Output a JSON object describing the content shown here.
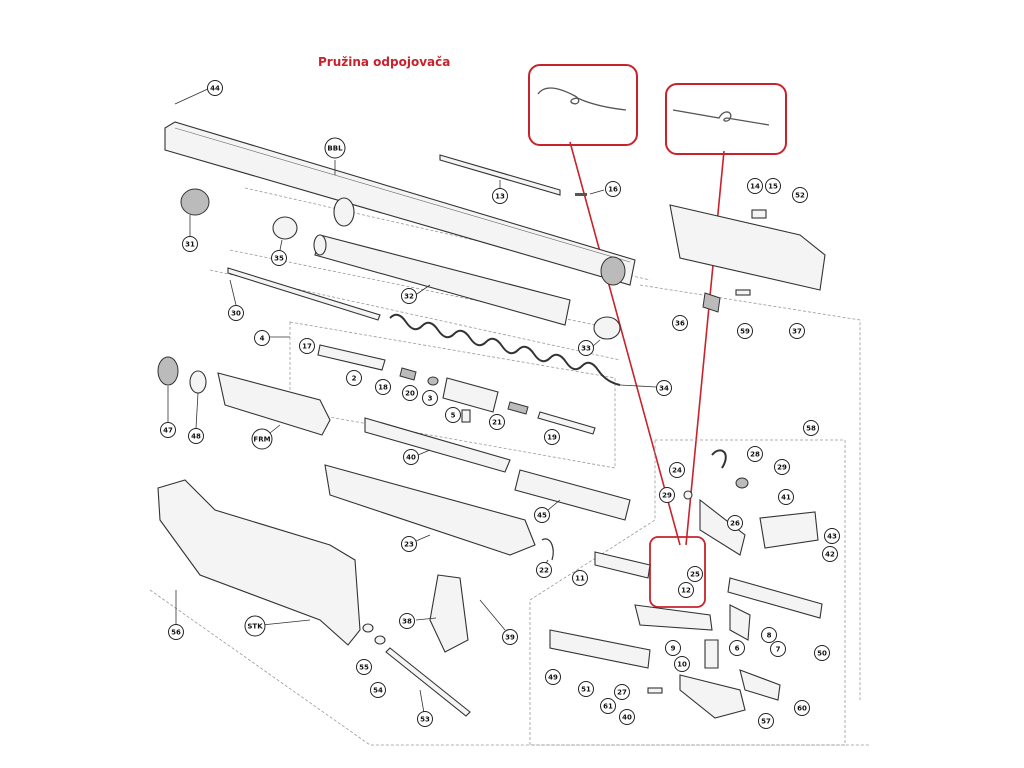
{
  "title": "Pružina odpojovača",
  "callout_color": "#c8232c",
  "labels": {
    "p44": "44",
    "bbl": "BBL",
    "p13": "13",
    "p16": "16",
    "p31": "31",
    "p35": "35",
    "p32": "32",
    "p30": "30",
    "p33": "33",
    "p4": "4",
    "p17": "17",
    "p2": "2",
    "p18": "18",
    "p20": "20",
    "p3": "3",
    "p5": "5",
    "p21": "21",
    "p19": "19",
    "p34": "34",
    "p47": "47",
    "p48": "48",
    "frm": "FRM",
    "p40": "40",
    "p45": "45",
    "p23": "23",
    "p22": "22",
    "p14": "14",
    "p15": "15",
    "p52": "52",
    "p36": "36",
    "p59": "59",
    "p37": "37",
    "p58": "58",
    "p28": "28",
    "p24": "24",
    "p29": "29",
    "p29b": "29",
    "p26": "26",
    "p41": "41",
    "p43": "43",
    "p42": "42",
    "p25": "25",
    "p12": "12",
    "p11": "11",
    "p8": "8",
    "p7": "7",
    "p50": "50",
    "p9": "9",
    "p6": "6",
    "p10": "10",
    "p49": "49",
    "p51": "51",
    "p27": "27",
    "p61": "61",
    "p40b": "40",
    "p57": "57",
    "p60": "60",
    "p56": "56",
    "stk": "STK",
    "p38": "38",
    "p39": "39",
    "p55": "55",
    "p54": "54",
    "p53": "53"
  }
}
